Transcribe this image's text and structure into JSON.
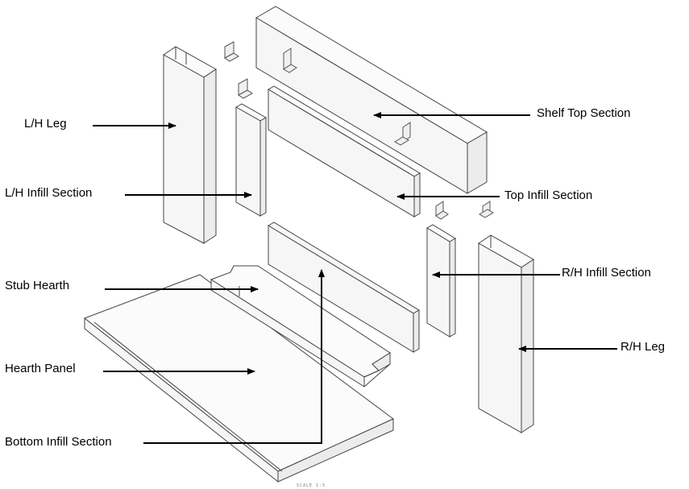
{
  "labels": {
    "lh_leg": "L/H Leg",
    "shelf_top": "Shelf Top Section",
    "lh_infill": "L/H Infill Section",
    "top_infill": "Top Infill Section",
    "stub_hearth": "Stub Hearth",
    "rh_infill": "R/H Infill Section",
    "rh_leg": "R/H Leg",
    "hearth_panel": "Hearth Panel",
    "bottom_infill": "Bottom Infill Section"
  },
  "scale_text": "SCALE 1:5",
  "colors": {
    "ink": "#000000",
    "line": "#444444",
    "background": "#ffffff"
  }
}
